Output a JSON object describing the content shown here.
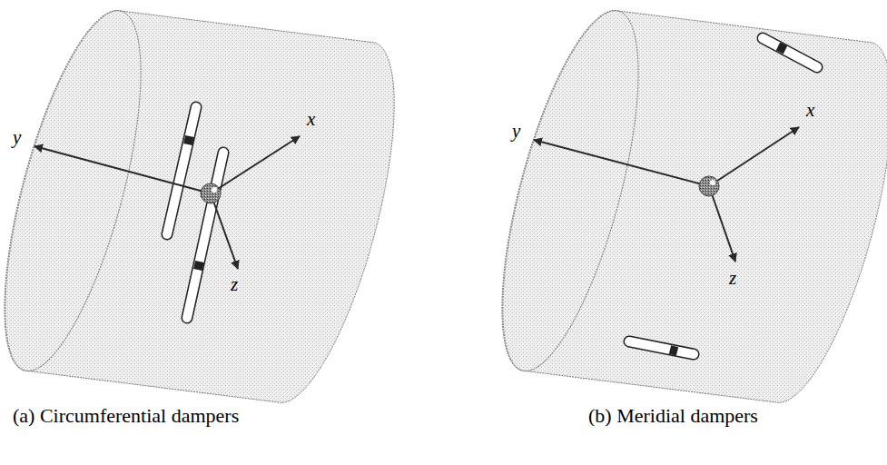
{
  "diagram": {
    "labels": [
      "y",
      "x",
      "z",
      "(a) Circumferential dampers",
      "y",
      "x",
      "z",
      "(b) Meridial dampers"
    ]
  }
}
